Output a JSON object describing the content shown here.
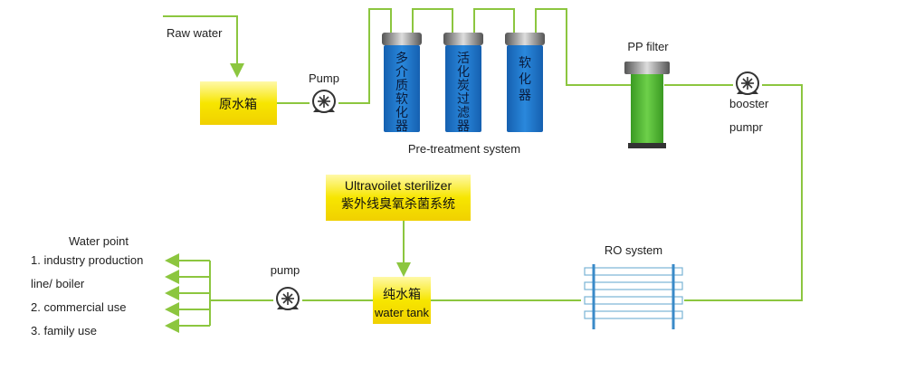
{
  "labels": {
    "raw_water": "Raw water",
    "raw_tank": "原水箱",
    "pump1": "Pump",
    "pretreat_system": "Pre-treatment system",
    "pp_filter": "PP filter",
    "booster_line1": "booster",
    "booster_line2": "pumpr",
    "uv_line1": "Ultravoilet sterilizer",
    "uv_line2": "紫外线臭氧杀菌系统",
    "ro_system": "RO system",
    "pure_tank_cn": "纯水箱",
    "pure_tank_en": "water tank",
    "pump2": "pump",
    "water_point_title": "Water point",
    "use1a": "1. industry production",
    "use1b": "line/ boiler",
    "use2": "2. commercial use",
    "use3": "3. family use"
  },
  "filters": [
    {
      "chars": [
        "多",
        "介",
        "质",
        "软",
        "化",
        "器"
      ]
    },
    {
      "chars": [
        "活",
        "化",
        "炭",
        "过",
        "滤",
        "器"
      ]
    },
    {
      "chars": [
        "软",
        "化",
        "器"
      ]
    }
  ],
  "colors": {
    "flow_line": "#8cc63f",
    "tank_yellow": "#f7e600",
    "filter_blue": "#1e73c8",
    "pp_green": "#4fb02e"
  }
}
